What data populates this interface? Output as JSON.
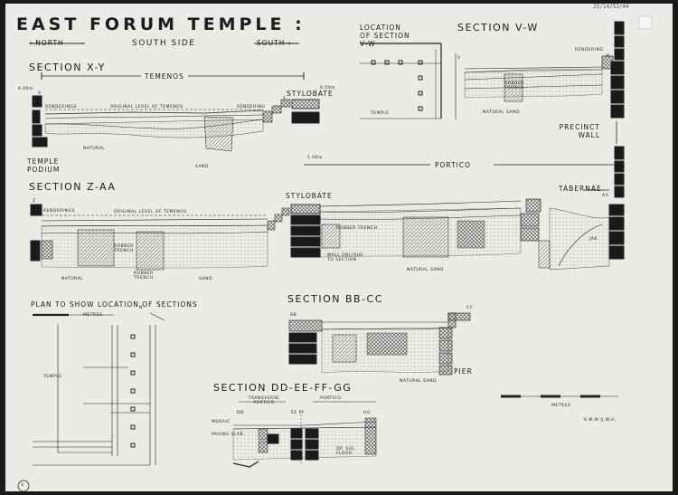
{
  "title": "EAST FORUM TEMPLE :",
  "subtitle": {
    "north": "←NORTH",
    "side": "SOUTH SIDE",
    "south": "SOUTH→"
  },
  "sections": {
    "xy": {
      "name": "SECTION X-Y",
      "temenos": "TEMENOS",
      "renderings_l": "RENDERINGS",
      "orig_level": "ORIGINAL LEVEL OF TEMENOS",
      "renderings_r": "RENDERING",
      "stylobate": "STYLOBATE",
      "natural": "NATURAL",
      "sand": "SAND",
      "temple_podium": "TEMPLE PODIUM",
      "x": "X",
      "y": "Y",
      "lvl_l": "6.00m",
      "lvl_r": "6.00m",
      "lvl_b": "5.00m"
    },
    "portico": "PORTICO",
    "zaa": {
      "name": "SECTION Z-AA",
      "renderings": "RENDERINGS",
      "orig_level": "ORIGINAL LEVEL OF TEMENOS",
      "stylobate": "STYLOBATE",
      "robber_trench1": "ROBBER TRENCH",
      "robber_trench2": "ROBBER TRENCH",
      "robber_trench3": "ROBBER TRENCH",
      "wall_oblique": "WALL OBLIQUE TO SECTION",
      "natural": "NATURAL",
      "sand": "SAND",
      "natural_sand": "NATURAL SAND",
      "tabernae": "TABERNAE",
      "z": "Z",
      "aa": "AA",
      "jar": "JAR"
    },
    "vw": {
      "location": "LOCATION OF SECTION V-W",
      "name": "SECTION V-W",
      "rendering": "RENDERING",
      "robber_trench": "ROBBER TRENCH",
      "natural_sand": "NATURAL SAND",
      "temple": "TEMPLE",
      "precinct_wall": "PRECINCT WALL",
      "v": "V",
      "w": "W"
    },
    "plan": {
      "title": "PLAN TO SHOW LOCATION OF SECTIONS",
      "metres": "METRES",
      "temple": "TEMPLE",
      "n": "N"
    },
    "bbcc": {
      "name": "SECTION BB-CC",
      "bb": "BB",
      "cc": "CC",
      "pier": "PIER",
      "natural_sand": "NATURAL SAND"
    },
    "dd": {
      "name": "SECTION DD-EE-FF-GG",
      "transverse": "TRANSVERSE PORTICO",
      "portico": "PORTICO",
      "dd": "DD",
      "ee_ff": "EE FF",
      "gg": "GG",
      "mosaic": "MOSAIC",
      "paving": "PAVING SLAB",
      "floor": "OP. SIG. FLOOR"
    }
  },
  "scale_bar": {
    "label": "METRES"
  },
  "credit": "K.M.M./J.W.H.",
  "sheet_number": "3",
  "archive_ref": "25/14/53/44"
}
